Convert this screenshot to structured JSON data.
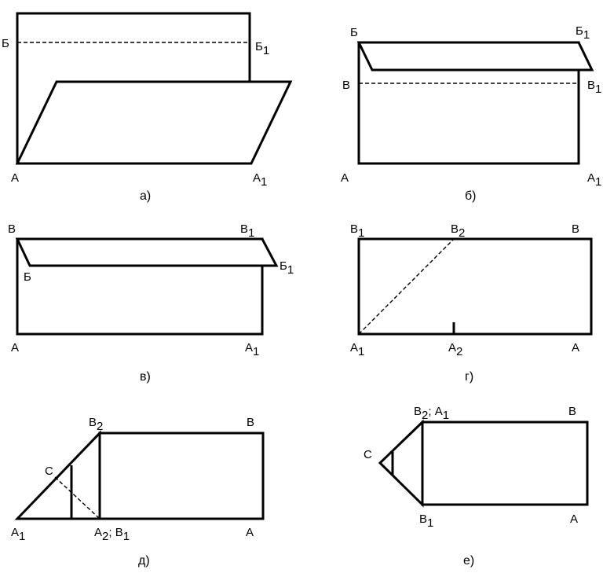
{
  "panels": {
    "a": {
      "caption": "а)",
      "labels": {
        "B_top_left": "Б",
        "B_top_right": "Б",
        "B_top_right_sub": "1",
        "A_left": "А",
        "A_right": "А",
        "A_right_sub": "1"
      }
    },
    "b": {
      "caption": "б)",
      "labels": {
        "B_left": "Б",
        "B_right": "Б",
        "B_right_sub": "1",
        "V_left": "В",
        "V_right": "В",
        "V_right_sub": "1",
        "A_left": "А",
        "A_right": "А",
        "A_right_sub": "1"
      }
    },
    "v": {
      "caption": "в)",
      "labels": {
        "V_left": "В",
        "V_right": "В",
        "V_right_sub": "1",
        "B_inner": "Б",
        "B_right": "Б",
        "B_right_sub": "1",
        "A_left": "А",
        "A_right": "А",
        "A_right_sub": "1"
      }
    },
    "g": {
      "caption": "г)",
      "labels": {
        "V1": "В",
        "V1_sub": "1",
        "V2": "В",
        "V2_sub": "2",
        "V": "В",
        "A1": "А",
        "A1_sub": "1",
        "A2": "А",
        "A2_sub": "2",
        "A": "А"
      }
    },
    "d": {
      "caption": "д)",
      "labels": {
        "V2": "В",
        "V2_sub": "2",
        "V": "В",
        "C": "С",
        "A1": "А",
        "A1_sub": "1",
        "A2B1": "А",
        "A2B1_sub": "2",
        "A2B1_rest": "; В",
        "A2B1_sub2": "1",
        "A": "А"
      }
    },
    "e": {
      "caption": "е)",
      "labels": {
        "V2A1": "В",
        "V2A1_sub": "2",
        "V2A1_rest": "; А",
        "V2A1_sub2": "1",
        "V": "В",
        "C": "С",
        "B1": "В",
        "B1_sub": "1",
        "A": "А"
      }
    }
  }
}
